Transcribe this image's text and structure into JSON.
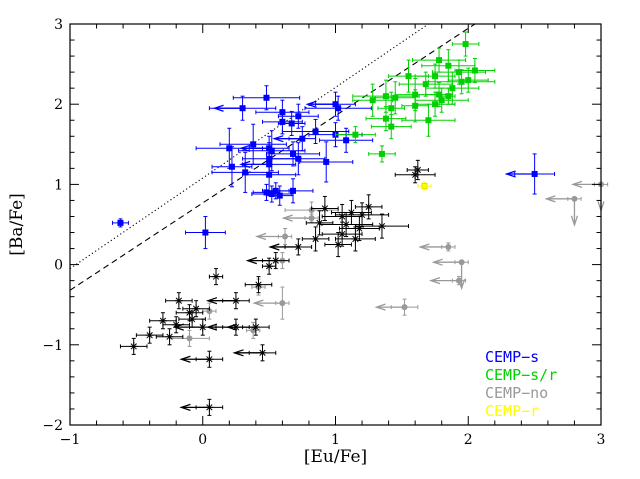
{
  "chart_data": {
    "type": "scatter",
    "xlabel": "[Eu/Fe]",
    "ylabel": "[Ba/Fe]",
    "xlim": [
      -1,
      3
    ],
    "ylim": [
      -2,
      3
    ],
    "xticks": [
      "−1",
      "0",
      "1",
      "2",
      "3"
    ],
    "yticks": [
      "−2",
      "−1",
      "0",
      "1",
      "2",
      "3"
    ],
    "legend_position": "bottom-right",
    "lines": [
      {
        "style": "dotted",
        "x": [
          -1,
          1.7
        ],
        "y": [
          -0.05,
          3.0
        ]
      },
      {
        "style": "dashed",
        "x": [
          -1,
          2.05
        ],
        "y": [
          -0.32,
          3.0
        ]
      }
    ],
    "series": [
      {
        "name": "CEMP−s",
        "color": "#0000ff",
        "marker": "square",
        "points": [
          {
            "x": 0.3,
            "y": 1.95,
            "xerr": 0.25,
            "yerr": 0.15,
            "upper": true
          },
          {
            "x": 0.48,
            "y": 2.08,
            "xerr": 0.25,
            "yerr": 0.15
          },
          {
            "x": 0.6,
            "y": 1.9,
            "xerr": 0.2,
            "yerr": 0.15
          },
          {
            "x": 0.6,
            "y": 1.78,
            "xerr": 0.15,
            "yerr": 0.15
          },
          {
            "x": 0.67,
            "y": 1.76,
            "xerr": 0.1,
            "yerr": 0.15
          },
          {
            "x": 0.72,
            "y": 1.85,
            "xerr": 0.15,
            "yerr": 0.15
          },
          {
            "x": 1.0,
            "y": 2.0,
            "xerr": 0.15,
            "yerr": 0.15,
            "upper": true
          },
          {
            "x": 1.02,
            "y": 1.95,
            "xerr": 0.25,
            "yerr": 0.15
          },
          {
            "x": 0.85,
            "y": 1.66,
            "xerr": 0.25,
            "yerr": 0.15
          },
          {
            "x": 1.0,
            "y": 1.62,
            "xerr": 0.2,
            "yerr": 0.15
          },
          {
            "x": 0.75,
            "y": 1.57,
            "xerr": 0.1,
            "yerr": 0.15,
            "upper": true
          },
          {
            "x": 0.38,
            "y": 1.5,
            "xerr": 0.25,
            "yerr": 0.25
          },
          {
            "x": 0.52,
            "y": 1.42,
            "xerr": 0.25,
            "yerr": 0.25
          },
          {
            "x": 0.68,
            "y": 1.38,
            "xerr": 0.2,
            "yerr": 0.15
          },
          {
            "x": 0.2,
            "y": 1.45,
            "xerr": 0.25,
            "yerr": 0.25
          },
          {
            "x": 0.22,
            "y": 1.22,
            "xerr": 0.15,
            "yerr": 0.25
          },
          {
            "x": 0.32,
            "y": 1.15,
            "xerr": 0.25,
            "yerr": 0.25
          },
          {
            "x": 0.5,
            "y": 1.32,
            "xerr": 0.2,
            "yerr": 0.2
          },
          {
            "x": 0.5,
            "y": 1.12,
            "xerr": 0.2,
            "yerr": 0.2
          },
          {
            "x": 0.5,
            "y": 1.25,
            "xerr": 0.2,
            "yerr": 0.15,
            "upper": true
          },
          {
            "x": 0.72,
            "y": 1.32,
            "xerr": 0.2,
            "yerr": 0.2
          },
          {
            "x": 0.93,
            "y": 1.28,
            "xerr": 0.2,
            "yerr": 0.25
          },
          {
            "x": 1.08,
            "y": 1.55,
            "xerr": 0.2,
            "yerr": 0.15
          },
          {
            "x": 0.5,
            "y": 1.45,
            "xerr": 0.15,
            "yerr": 0.15,
            "upper": true
          },
          {
            "x": 0.48,
            "y": 0.9,
            "xerr": 0.1,
            "yerr": 0.1
          },
          {
            "x": 0.55,
            "y": 0.92,
            "xerr": 0.1,
            "yerr": 0.1
          },
          {
            "x": 0.52,
            "y": 0.88,
            "xerr": 0.15,
            "yerr": 0.1
          },
          {
            "x": 0.68,
            "y": 0.92,
            "xerr": 0.15,
            "yerr": 0.15
          },
          {
            "x": 0.58,
            "y": 0.86,
            "xerr": 0.1,
            "yerr": 0.12
          },
          {
            "x": 0.02,
            "y": 0.4,
            "xerr": 0.15,
            "yerr": 0.2
          },
          {
            "x": -0.62,
            "y": 0.52,
            "xerr": 0.06,
            "yerr": 0.05
          },
          {
            "x": 2.5,
            "y": 1.13,
            "xerr": 0.15,
            "yerr": 0.25,
            "upper": true
          }
        ]
      },
      {
        "name": "CEMP−s/r",
        "color": "#00d000",
        "marker": "square",
        "points": [
          {
            "x": 1.98,
            "y": 2.75,
            "xerr": 0.1,
            "yerr": 0.15
          },
          {
            "x": 1.78,
            "y": 2.55,
            "xerr": 0.2,
            "yerr": 0.15
          },
          {
            "x": 1.85,
            "y": 2.48,
            "xerr": 0.2,
            "yerr": 0.2
          },
          {
            "x": 1.93,
            "y": 2.4,
            "xerr": 0.2,
            "yerr": 0.15
          },
          {
            "x": 2.05,
            "y": 2.42,
            "xerr": 0.15,
            "yerr": 0.15
          },
          {
            "x": 2.0,
            "y": 2.3,
            "xerr": 0.15,
            "yerr": 0.15
          },
          {
            "x": 1.95,
            "y": 2.28,
            "xerr": 0.25,
            "yerr": 0.15
          },
          {
            "x": 1.75,
            "y": 2.35,
            "xerr": 0.15,
            "yerr": 0.15
          },
          {
            "x": 1.68,
            "y": 2.25,
            "xerr": 0.2,
            "yerr": 0.15
          },
          {
            "x": 1.55,
            "y": 2.35,
            "xerr": 0.15,
            "yerr": 0.2
          },
          {
            "x": 1.6,
            "y": 2.12,
            "xerr": 0.15,
            "yerr": 0.2
          },
          {
            "x": 1.45,
            "y": 2.08,
            "xerr": 0.15,
            "yerr": 0.2
          },
          {
            "x": 1.38,
            "y": 2.1,
            "xerr": 0.25,
            "yerr": 0.2
          },
          {
            "x": 1.28,
            "y": 2.05,
            "xerr": 0.15,
            "yerr": 0.2
          },
          {
            "x": 1.88,
            "y": 2.2,
            "xerr": 0.2,
            "yerr": 0.2
          },
          {
            "x": 1.8,
            "y": 2.05,
            "xerr": 0.2,
            "yerr": 0.15
          },
          {
            "x": 1.75,
            "y": 2.0,
            "xerr": 0.15,
            "yerr": 0.15
          },
          {
            "x": 1.78,
            "y": 2.12,
            "xerr": 0.1,
            "yerr": 0.15
          },
          {
            "x": 1.6,
            "y": 1.98,
            "xerr": 0.1,
            "yerr": 0.2
          },
          {
            "x": 1.42,
            "y": 1.95,
            "xerr": 0.1,
            "yerr": 0.2
          },
          {
            "x": 1.7,
            "y": 1.8,
            "xerr": 0.2,
            "yerr": 0.2
          },
          {
            "x": 1.42,
            "y": 1.72,
            "xerr": 0.15,
            "yerr": 0.15
          },
          {
            "x": 1.38,
            "y": 1.82,
            "xerr": 0.15,
            "yerr": 0.15
          },
          {
            "x": 1.35,
            "y": 1.38,
            "xerr": 0.1,
            "yerr": 0.1
          },
          {
            "x": 1.15,
            "y": 1.62,
            "xerr": 0.15,
            "yerr": 0.1
          },
          {
            "x": 1.85,
            "y": 2.1,
            "xerr": 0.05,
            "yerr": 0.1
          }
        ]
      },
      {
        "name": "CEMP−no",
        "color": "#999999",
        "marker": "circle",
        "points": [
          {
            "x": 3.0,
            "y": 1.0,
            "xerr": 0.05,
            "yerr": 0.05,
            "lower": true,
            "upper": true
          },
          {
            "x": 2.8,
            "y": 0.82,
            "xerr": 0.05,
            "yerr": 0.05,
            "lower": true,
            "upper": true
          },
          {
            "x": 1.95,
            "y": 0.03,
            "xerr": 0.05,
            "yerr": 0.05,
            "lower": true,
            "upper": true
          },
          {
            "x": 1.93,
            "y": -0.2,
            "xerr": 0.05,
            "yerr": 0.05,
            "upper": true
          },
          {
            "x": 1.52,
            "y": -0.53,
            "xerr": 0.1,
            "yerr": 0.1,
            "upper": true
          },
          {
            "x": 0.82,
            "y": 0.68,
            "xerr": 0.2,
            "yerr": 0.1
          },
          {
            "x": 0.62,
            "y": 0.35,
            "xerr": 0.05,
            "yerr": 0.1,
            "upper": true
          },
          {
            "x": 0.82,
            "y": 0.58,
            "xerr": 0.05,
            "yerr": 0.05,
            "upper": true
          },
          {
            "x": 0.6,
            "y": 0.05,
            "xerr": 0.05,
            "yerr": 0.1
          },
          {
            "x": 0.6,
            "y": -0.48,
            "xerr": 0.05,
            "yerr": 0.2,
            "upper": true
          },
          {
            "x": 0.42,
            "y": -0.28,
            "xerr": 0.05,
            "yerr": 0.1
          },
          {
            "x": 0.38,
            "y": -0.82,
            "xerr": 0.05,
            "yerr": 0.1
          },
          {
            "x": 0.05,
            "y": -0.58,
            "xerr": 0.05,
            "yerr": 0.1
          },
          {
            "x": -0.1,
            "y": -0.92,
            "xerr": 0.15,
            "yerr": 0.1
          },
          {
            "x": 1.85,
            "y": 0.22,
            "xerr": 0.05,
            "yerr": 0.05,
            "upper": true
          }
        ]
      },
      {
        "name": "CEMP−r",
        "color": "#ffff00",
        "marker": "square",
        "points": [
          {
            "x": 1.67,
            "y": 0.98,
            "xerr": 0.05,
            "yerr": 0.05
          }
        ]
      },
      {
        "name": "",
        "color": "#000000",
        "marker": "asterisk",
        "points": [
          {
            "x": 1.62,
            "y": 1.18,
            "xerr": 0.08,
            "yerr": 0.12
          },
          {
            "x": 1.6,
            "y": 1.12,
            "xerr": 0.15,
            "yerr": 0.1
          },
          {
            "x": 1.35,
            "y": 0.48,
            "xerr": 0.2,
            "yerr": 0.15
          },
          {
            "x": 1.25,
            "y": 0.72,
            "xerr": 0.1,
            "yerr": 0.15
          },
          {
            "x": 1.2,
            "y": 0.62,
            "xerr": 0.2,
            "yerr": 0.15
          },
          {
            "x": 1.12,
            "y": 0.65,
            "xerr": 0.15,
            "yerr": 0.15
          },
          {
            "x": 1.05,
            "y": 0.6,
            "xerr": 0.15,
            "yerr": 0.15
          },
          {
            "x": 1.08,
            "y": 0.5,
            "xerr": 0.2,
            "yerr": 0.15
          },
          {
            "x": 1.18,
            "y": 0.45,
            "xerr": 0.15,
            "yerr": 0.15
          },
          {
            "x": 1.15,
            "y": 0.32,
            "xerr": 0.15,
            "yerr": 0.15
          },
          {
            "x": 1.05,
            "y": 0.38,
            "xerr": 0.15,
            "yerr": 0.15
          },
          {
            "x": 1.02,
            "y": 0.25,
            "xerr": 0.1,
            "yerr": 0.15
          },
          {
            "x": 0.92,
            "y": 0.7,
            "xerr": 0.1,
            "yerr": 0.15
          },
          {
            "x": 0.85,
            "y": 0.32,
            "xerr": 0.1,
            "yerr": 0.15
          },
          {
            "x": 0.88,
            "y": 0.52,
            "xerr": 0.1,
            "yerr": 0.15
          },
          {
            "x": 0.72,
            "y": 0.22,
            "xerr": 0.1,
            "yerr": 0.1,
            "upper": true
          },
          {
            "x": 0.55,
            "y": 0.05,
            "xerr": 0.1,
            "yerr": 0.1,
            "upper": true
          },
          {
            "x": 0.5,
            "y": -0.02,
            "xerr": 0.05,
            "yerr": 0.1
          },
          {
            "x": 0.42,
            "y": -0.25,
            "xerr": 0.1,
            "yerr": 0.1
          },
          {
            "x": 0.1,
            "y": -0.15,
            "xerr": 0.05,
            "yerr": 0.1
          },
          {
            "x": 0.25,
            "y": -0.45,
            "xerr": 0.1,
            "yerr": 0.1,
            "upper": true
          },
          {
            "x": 0.25,
            "y": -0.78,
            "xerr": 0.1,
            "yerr": 0.1,
            "upper": true
          },
          {
            "x": 0.4,
            "y": -0.78,
            "xerr": 0.1,
            "yerr": 0.1,
            "upper": true
          },
          {
            "x": 0.45,
            "y": -1.1,
            "xerr": 0.1,
            "yerr": 0.1,
            "upper": true
          },
          {
            "x": 0.05,
            "y": -1.18,
            "xerr": 0.1,
            "yerr": 0.1,
            "upper": true
          },
          {
            "x": 0.05,
            "y": -1.78,
            "xerr": 0.1,
            "yerr": 0.1,
            "upper": true
          },
          {
            "x": 0.0,
            "y": -0.78,
            "xerr": 0.1,
            "yerr": 0.1,
            "upper": true
          },
          {
            "x": -0.05,
            "y": -0.55,
            "xerr": 0.1,
            "yerr": 0.1
          },
          {
            "x": -0.1,
            "y": -0.6,
            "xerr": 0.1,
            "yerr": 0.1
          },
          {
            "x": -0.08,
            "y": -0.68,
            "xerr": 0.1,
            "yerr": 0.1
          },
          {
            "x": -0.18,
            "y": -0.45,
            "xerr": 0.1,
            "yerr": 0.1
          },
          {
            "x": -0.2,
            "y": -0.75,
            "xerr": 0.1,
            "yerr": 0.1
          },
          {
            "x": -0.3,
            "y": -0.7,
            "xerr": 0.1,
            "yerr": 0.1
          },
          {
            "x": -0.4,
            "y": -0.88,
            "xerr": 0.1,
            "yerr": 0.1
          },
          {
            "x": -0.25,
            "y": -0.9,
            "xerr": 0.1,
            "yerr": 0.1
          },
          {
            "x": -0.52,
            "y": -1.02,
            "xerr": 0.1,
            "yerr": 0.1
          }
        ]
      }
    ]
  }
}
